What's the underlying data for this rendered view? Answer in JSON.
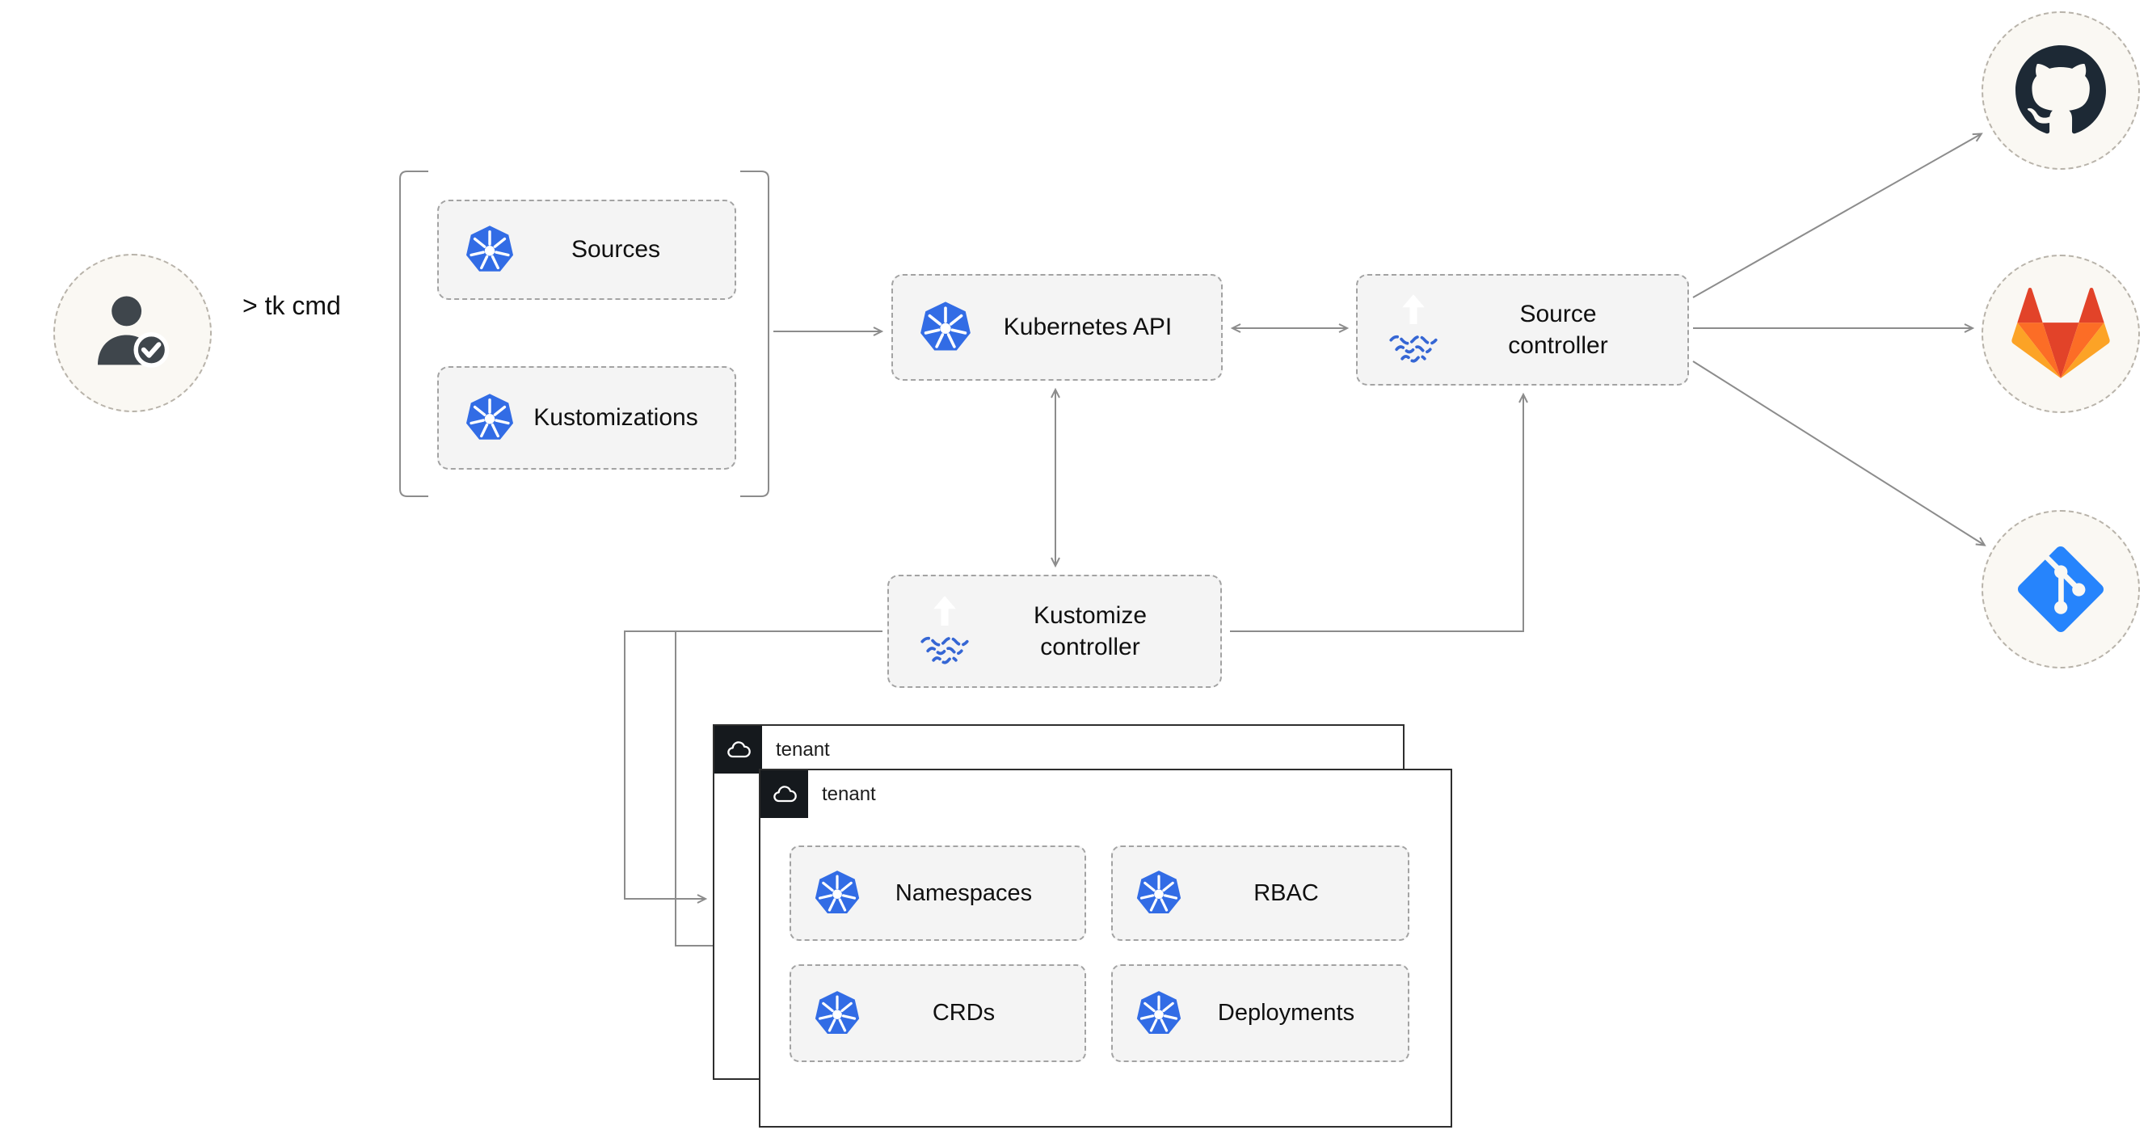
{
  "user": {
    "cmd_label": "> tk cmd"
  },
  "crd_group": {
    "sources_label": "Sources",
    "kustomizations_label": "Kustomizations"
  },
  "nodes": {
    "kubernetes_api_label": "Kubernetes API",
    "source_controller_label": "Source controller",
    "kustomize_controller_label": "Kustomize controller"
  },
  "tenants": {
    "back_label": "tenant",
    "front_label": "tenant",
    "resources": [
      "Namespaces",
      "RBAC",
      "CRDs",
      "Deployments"
    ]
  },
  "providers": [
    {
      "name": "github"
    },
    {
      "name": "gitlab"
    },
    {
      "name": "git"
    }
  ],
  "colors": {
    "kubernetes_blue": "#326CE5",
    "flux_blue": "#3566d4",
    "github_dark": "#1d2935",
    "gitlab_red": "#E24329",
    "gitlab_orange": "#FC6D26",
    "gitlab_yellow": "#FCA326",
    "git_blue": "#2684FC",
    "box_fill": "#f4f4f4",
    "box_border": "#a3a3a3",
    "panel_border": "#2e2e2e",
    "panel_header_bg": "#15191d",
    "circle_fill": "#faf8f3",
    "connector_gray": "#8c8c8c",
    "user_gray": "#3f464c"
  }
}
